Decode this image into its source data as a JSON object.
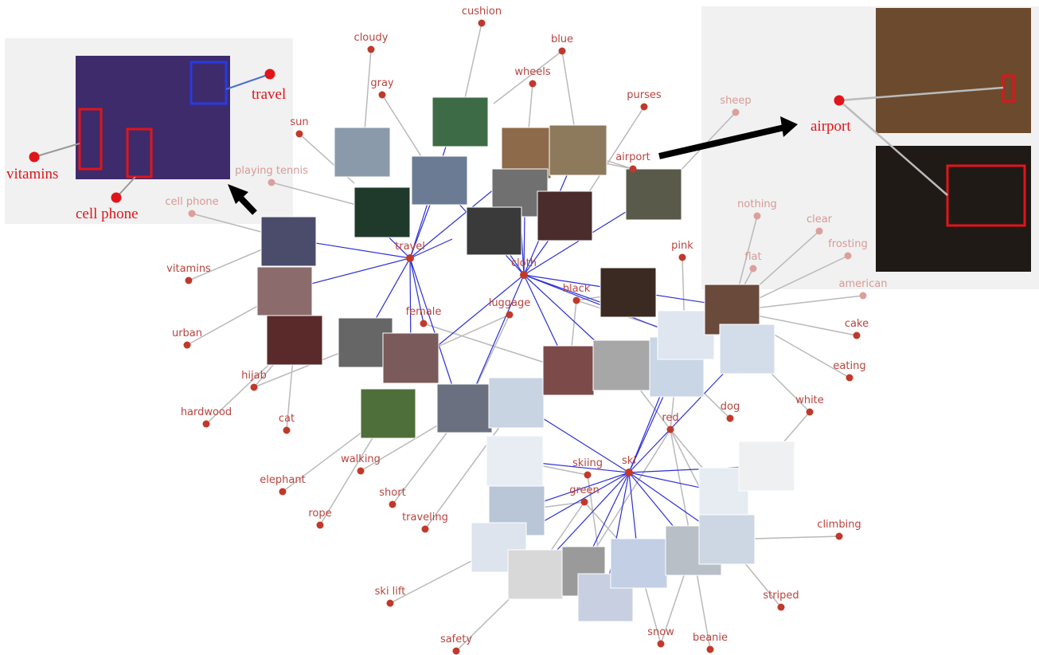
{
  "keywords": [
    {
      "id": "cushion",
      "label": "cushion",
      "faded": false
    },
    {
      "id": "cloudy",
      "label": "cloudy",
      "faded": false
    },
    {
      "id": "blue",
      "label": "blue",
      "faded": false
    },
    {
      "id": "wheels",
      "label": "wheels",
      "faded": false
    },
    {
      "id": "gray",
      "label": "gray",
      "faded": false
    },
    {
      "id": "purses",
      "label": "purses",
      "faded": false
    },
    {
      "id": "sheep",
      "label": "sheep",
      "faded": true
    },
    {
      "id": "sun",
      "label": "sun",
      "faded": false
    },
    {
      "id": "airport",
      "label": "airport",
      "faded": false
    },
    {
      "id": "playing_tennis",
      "label": "playing tennis",
      "faded": true
    },
    {
      "id": "cell_phone",
      "label": "cell phone",
      "faded": true
    },
    {
      "id": "nothing",
      "label": "nothing",
      "faded": true
    },
    {
      "id": "clear",
      "label": "clear",
      "faded": true
    },
    {
      "id": "frosting",
      "label": "frosting",
      "faded": true
    },
    {
      "id": "flat",
      "label": "flat",
      "faded": true
    },
    {
      "id": "travel",
      "label": "travel",
      "faded": false
    },
    {
      "id": "pink",
      "label": "pink",
      "faded": false
    },
    {
      "id": "vitamins",
      "label": "vitamins",
      "faded": false
    },
    {
      "id": "cloth",
      "label": "cloth",
      "faded": false
    },
    {
      "id": "american",
      "label": "american",
      "faded": true
    },
    {
      "id": "black",
      "label": "black",
      "faded": false
    },
    {
      "id": "luggage",
      "label": "luggage",
      "faded": false
    },
    {
      "id": "female",
      "label": "female",
      "faded": false
    },
    {
      "id": "cake",
      "label": "cake",
      "faded": false
    },
    {
      "id": "urban",
      "label": "urban",
      "faded": false
    },
    {
      "id": "eating",
      "label": "eating",
      "faded": false
    },
    {
      "id": "hijab",
      "label": "hijab",
      "faded": false
    },
    {
      "id": "white",
      "label": "white",
      "faded": false
    },
    {
      "id": "dog",
      "label": "dog",
      "faded": false
    },
    {
      "id": "hardwood",
      "label": "hardwood",
      "faded": false
    },
    {
      "id": "cat",
      "label": "cat",
      "faded": false
    },
    {
      "id": "red",
      "label": "red",
      "faded": false
    },
    {
      "id": "walking",
      "label": "walking",
      "faded": false
    },
    {
      "id": "skiing",
      "label": "skiing",
      "faded": false
    },
    {
      "id": "ski",
      "label": "ski",
      "faded": false
    },
    {
      "id": "elephant",
      "label": "elephant",
      "faded": false
    },
    {
      "id": "green",
      "label": "green",
      "faded": false
    },
    {
      "id": "short",
      "label": "short",
      "faded": false
    },
    {
      "id": "rope",
      "label": "rope",
      "faded": false
    },
    {
      "id": "traveling",
      "label": "traveling",
      "faded": false
    },
    {
      "id": "climbing",
      "label": "climbing",
      "faded": false
    },
    {
      "id": "ski_lift",
      "label": "ski lift",
      "faded": false
    },
    {
      "id": "striped",
      "label": "striped",
      "faded": false
    },
    {
      "id": "snow",
      "label": "snow",
      "faded": false
    },
    {
      "id": "beanie",
      "label": "beanie",
      "faded": false
    },
    {
      "id": "safety",
      "label": "safety",
      "faded": false
    }
  ],
  "callouts": {
    "left": {
      "travel": "travel",
      "vitamins": "vitamins",
      "cell_phone": "cell phone"
    },
    "right": {
      "airport": "airport"
    }
  },
  "colors": {
    "node": "#c0392b",
    "hub_edge": "#2b2fd6",
    "keyword_edge": "#b9b9b9",
    "callout_text": "#e0151b",
    "arrow": "#000000"
  }
}
